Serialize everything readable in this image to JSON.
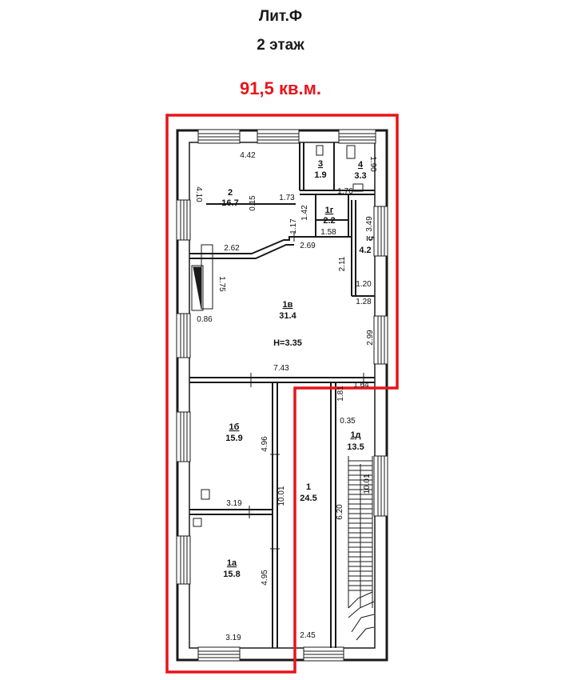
{
  "header": {
    "building": "Лит.Ф",
    "floor": "2 этаж",
    "area": "91,5 кв.м."
  },
  "colors": {
    "highlight": "#e8141b",
    "wall": "#1a1a1a",
    "background": "#ffffff"
  },
  "rooms": [
    {
      "id": "2",
      "area": "16.7"
    },
    {
      "id": "3",
      "area": "1.9"
    },
    {
      "id": "4",
      "area": "3.3"
    },
    {
      "id": "1г",
      "area": "2.2"
    },
    {
      "id": "5",
      "area": "4.2"
    },
    {
      "id": "1в",
      "area": "31.4"
    },
    {
      "id": "1б",
      "area": "15.9"
    },
    {
      "id": "1д",
      "area": "13.5"
    },
    {
      "id": "1",
      "area": "24.5"
    },
    {
      "id": "1а",
      "area": "15.8"
    }
  ],
  "ceiling_height": "H=3.35",
  "dimensions": {
    "d_4_42": "4.42",
    "d_1_90": "1.90",
    "d_4_10": "4.10",
    "d_0_15": "0.15",
    "d_1_73": "1.73",
    "d_1_76": "1.76",
    "d_1_42": "1.42",
    "d_1_17": "1.17",
    "d_1_58": "1.58",
    "d_3_49": "3.49",
    "d_2_62": "2.62",
    "d_2_69": "2.69",
    "d_2_11": "2.11",
    "d_1_75": "1.75",
    "d_1_20": "1.20",
    "d_1_28": "1.28",
    "d_0_86": "0.86",
    "d_2_99": "2.99",
    "d_7_43": "7.43",
    "d_1_81": "1.81",
    "d_1_64": "1.64",
    "d_0_35": "0.35",
    "d_4_96": "4.96",
    "d_10_01": "10.01",
    "d_10_01b": "10.01",
    "d_3_19a": "3.19",
    "d_6_20": "6.20",
    "d_4_95": "4.95",
    "d_3_19b": "3.19",
    "d_2_45": "2.45"
  }
}
